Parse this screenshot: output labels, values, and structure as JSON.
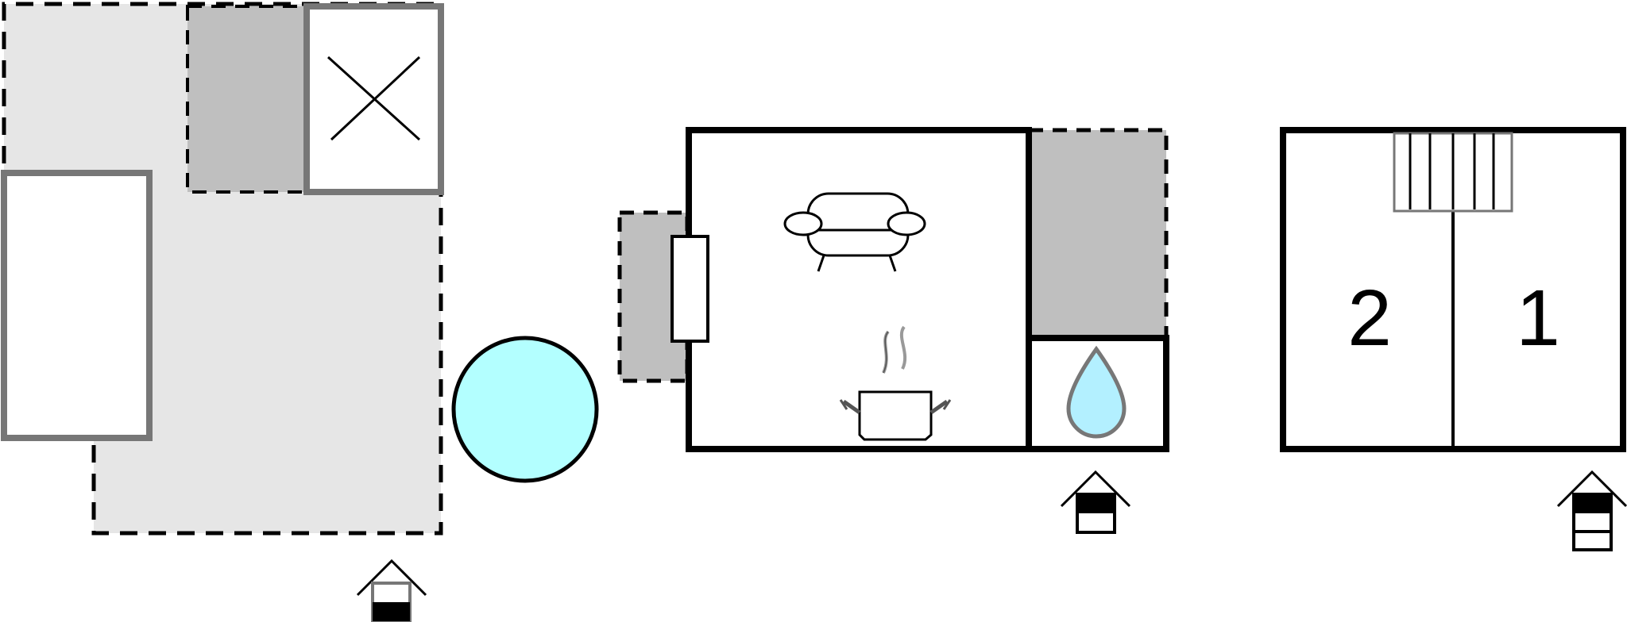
{
  "floors": [
    {
      "id": "outdoor",
      "features": [
        "terrace",
        "covered-terrace",
        "carport",
        "parking-space",
        "pool"
      ],
      "level_marker": {
        "icon": "floor-level-icon",
        "level": "ground-outdoor"
      }
    },
    {
      "id": "ground-floor",
      "features": [
        "covered-terrace",
        "living-room",
        "kitchen",
        "bathroom",
        "covered-terrace",
        "entrance-door"
      ],
      "icons": [
        "sofa-icon",
        "cooking-pot-icon",
        "water-drop-icon"
      ],
      "level_marker": {
        "icon": "floor-level-icon",
        "level": "ground"
      }
    },
    {
      "id": "first-floor",
      "features": [
        "staircase",
        "bedroom",
        "bedroom"
      ],
      "rooms": [
        {
          "label": "2"
        },
        {
          "label": "1"
        }
      ],
      "level_marker": {
        "icon": "floor-level-icon",
        "level": "first"
      }
    }
  ],
  "colors": {
    "outline": "#000000",
    "gray_outline": "#777777",
    "terrace": "#e6e6e6",
    "covered_area": "#bfbfbf",
    "pool": "#b3ffff",
    "water_drop": "#b3f0ff"
  }
}
